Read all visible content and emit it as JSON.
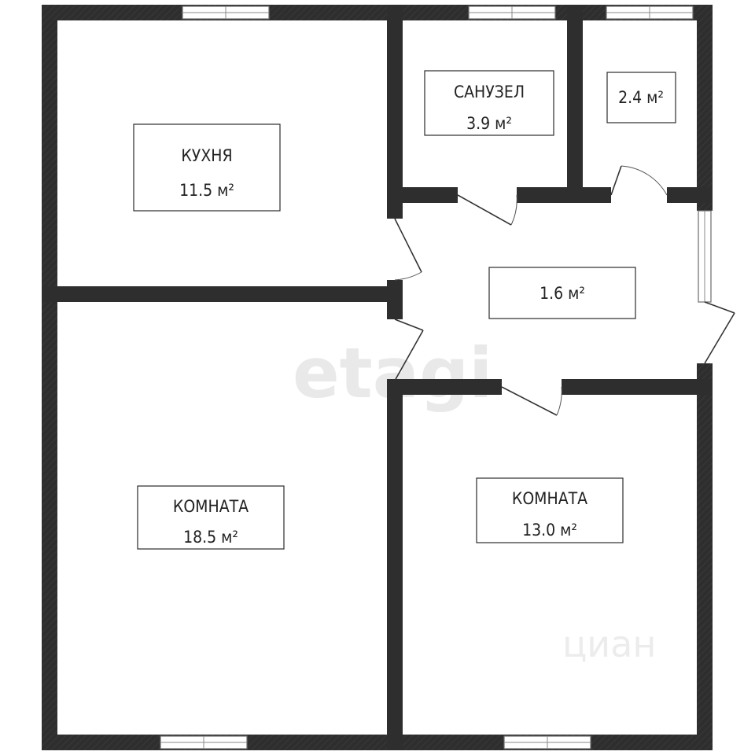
{
  "rooms": {
    "kitchen": {
      "name": "КУХНЯ",
      "area": "11.5 м²"
    },
    "bathroom": {
      "name": "САНУЗЕЛ",
      "area": "3.9 м²"
    },
    "storage": {
      "area": "2.4 м²"
    },
    "hall": {
      "area": "1.6 м²"
    },
    "room_left": {
      "name": "КОМНАТА",
      "area": "18.5 м²"
    },
    "room_right": {
      "name": "КОМНАТА",
      "area": "13.0 м²"
    }
  },
  "watermarks": {
    "primary": "etagi",
    "secondary": "циан"
  },
  "colors": {
    "wall": "#2e2e2e",
    "background": "#ffffff",
    "text": "#222222"
  }
}
